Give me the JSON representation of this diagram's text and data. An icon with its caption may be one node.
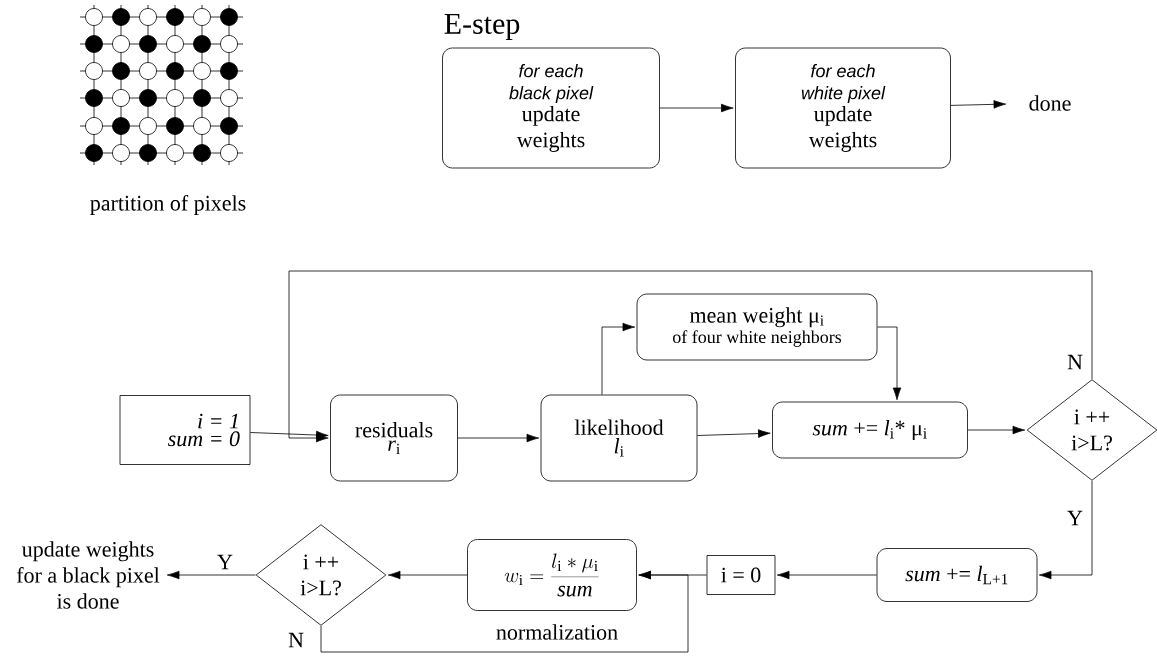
{
  "diagram": {
    "title": "E-step",
    "nodes": [
      {
        "text": [
          "for each black pixel",
          "update weights"
        ]
      },
      {
        "text": [
          "for each white pixel",
          "update weights"
        ]
      },
      {
        "text": [
          "done"
        ]
      },
      {
        "text": [
          "i = 1",
          "sum = 0"
        ]
      },
      {
        "text": [
          "residuals",
          "*r*$_{i}$"
        ]
      },
      {
        "text": [
          "likelihood",
          "*l*$_{i}$"
        ]
      },
      {
        "text": [
          "mean weight μ$_{i}$",
          "of four white neighbors"
        ]
      },
      {
        "text": [
          "*sum* += *l*$_{i}$* μ$_{i}$"
        ]
      },
      {
        "text": [
          "i ++ i>L?"
        ]
      },
      {
        "text": [
          "*sum* += *l*$_{L+1}$"
        ]
      },
      {
        "text": [
          "i = 0"
        ]
      },
      {
        "text": [
          "w_{\\mathrm{i}} = \\frac{l_{\\mathrm{i}} * \\mu_{\\mathrm{i}}}{\\mathit{sum}}"
        ],
        "beside": [
          "normalization"
        ]
      },
      {
        "text": [
          "i ++ i>L?"
        ]
      },
      {
        "text": [
          "update weights for a black pixel is done"
        ]
      }
    ],
    "edges": [
      {
        "from": 0,
        "to": 1,
        "arrow": "to"
      },
      {
        "from": 1,
        "to": 2,
        "arrow": "to"
      },
      {
        "from": 3,
        "to": 4,
        "arrow": "to"
      },
      {
        "from": 4,
        "to": 5,
        "arrow": "to"
      },
      {
        "from": 5,
        "to": 6,
        "arrow": "to"
      },
      {
        "from": 6,
        "to": 7,
        "arrow": "to"
      },
      {
        "from": 5,
        "to": 7,
        "arrow": "to"
      },
      {
        "from": 7,
        "to": 8,
        "arrow": "to"
      },
      {
        "from": 8,
        "to": 4,
        "arrow": "to",
        "label": "N"
      },
      {
        "from": 8,
        "to": 9,
        "arrow": "to",
        "label": "Y"
      },
      {
        "from": 9,
        "to": 10,
        "arrow": "to"
      },
      {
        "from": 10,
        "to": 11,
        "arrow": "to"
      },
      {
        "from": 11,
        "to": 12,
        "arrow": "to"
      },
      {
        "from": 12,
        "to": 13,
        "arrow": "to",
        "label": "Y"
      },
      {
        "from": 12,
        "to": 11,
        "arrow": "to",
        "label": "N"
      }
    ],
    "labels": [
      "partition of pixels"
    ]
  }
}
